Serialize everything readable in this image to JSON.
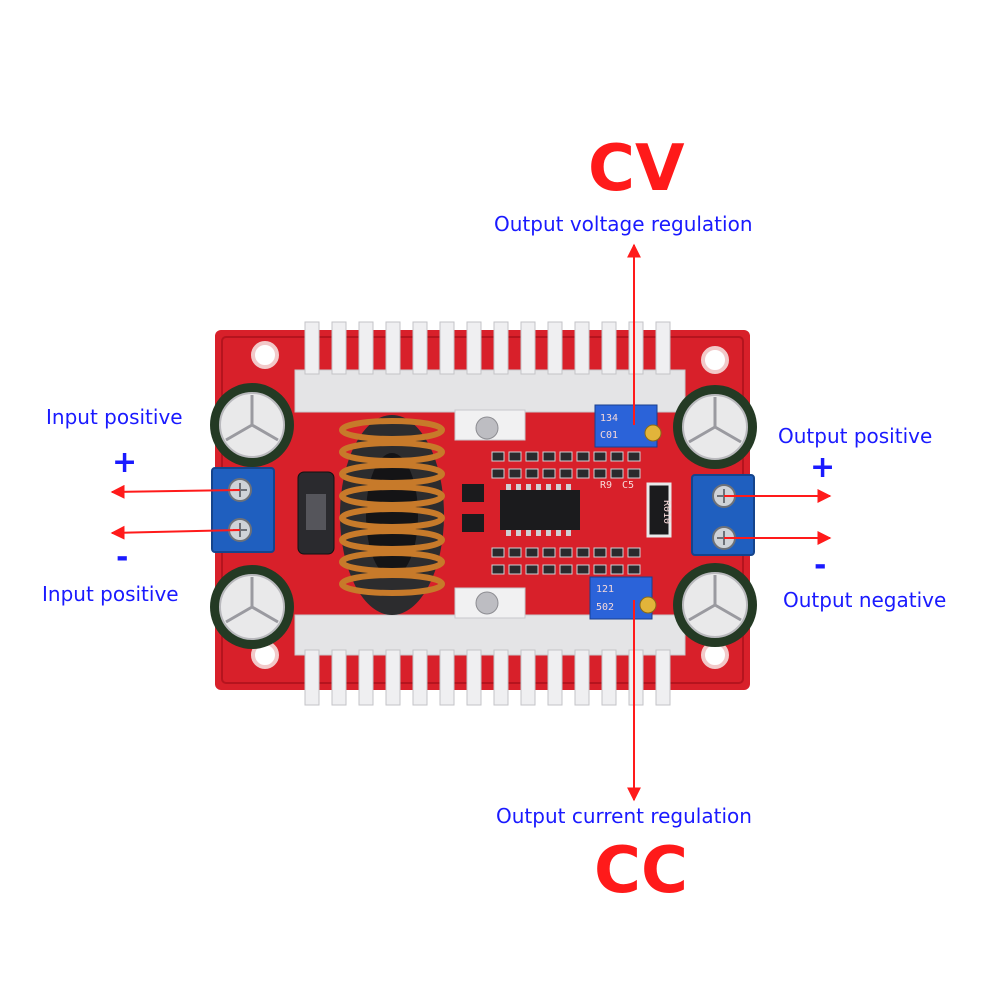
{
  "colors": {
    "label_blue": "#1a1aff",
    "heading_red": "#ff1a1a",
    "arrow_red": "#ff1a1a",
    "pcb_red": "#d8202a",
    "terminal_blue": "#1f5fbf",
    "trimmer_blue": "#2b63d9",
    "heatsink": "#e8e8ea",
    "copper": "#c77a2a"
  },
  "labels": {
    "cv": "CV",
    "cv_desc": "Output voltage regulation",
    "cc": "CC",
    "cc_desc": "Output current regulation",
    "input_top": "Input positive",
    "input_bottom": "Input positive",
    "input_plus": "+",
    "input_minus": "-",
    "output_top": "Output positive",
    "output_bottom": "Output negative",
    "output_plus": "+",
    "output_minus": "-"
  },
  "board_markings": {
    "trimmer_top_code": "134",
    "trimmer_top_value": "C01",
    "trimmer_bottom_code": "121",
    "trimmer_bottom_value": "502",
    "shunt": "R010",
    "r_label": "R9",
    "c_label": "C5"
  },
  "icons": {
    "arrow": "red-arrow-icon",
    "board": "buck-converter-board"
  }
}
